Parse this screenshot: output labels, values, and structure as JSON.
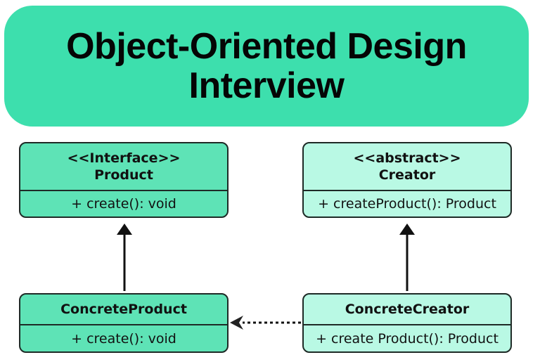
{
  "title": {
    "line1": "Object-Oriented Design",
    "line2": "Interview"
  },
  "colors": {
    "banner": "#3ddfad",
    "product_boxes": "#5ee3b6",
    "creator_boxes": "#b9f9e4",
    "border": "#1e2a26"
  },
  "classes": {
    "product": {
      "stereotype": "<<Interface>>",
      "name": "Product",
      "method": "+ create(): void"
    },
    "creator": {
      "stereotype": "<<abstract>>",
      "name": "Creator",
      "method": "+ createProduct(): Product"
    },
    "concrete_product": {
      "name": "ConcreteProduct",
      "method": "+ create(): void"
    },
    "concrete_creator": {
      "name": "ConcreteCreator",
      "method": "+ create Product(): Product"
    }
  },
  "relations": [
    {
      "from": "ConcreteProduct",
      "to": "Product",
      "type": "realization",
      "style": "solid"
    },
    {
      "from": "ConcreteCreator",
      "to": "Creator",
      "type": "inheritance",
      "style": "solid"
    },
    {
      "from": "ConcreteCreator",
      "to": "ConcreteProduct",
      "type": "dependency",
      "style": "dotted"
    }
  ]
}
